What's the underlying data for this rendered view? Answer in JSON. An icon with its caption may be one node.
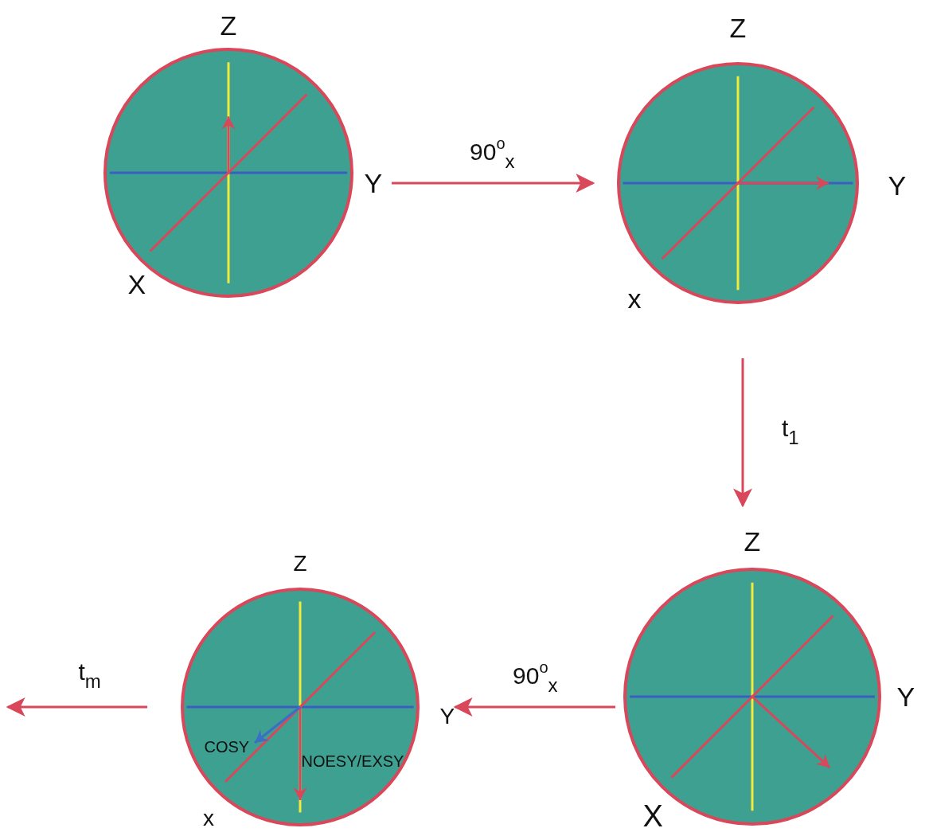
{
  "diagram": {
    "nodes": [
      {
        "text": [],
        "shape": "picture",
        "beside": [
          "Z",
          "Y",
          "X"
        ]
      },
      {
        "text": [],
        "shape": "picture",
        "beside": [
          "Z",
          "Y",
          "x"
        ]
      },
      {
        "text": [
          "COSY",
          "NOESY/EXSY"
        ],
        "beside": [
          "Z",
          "Y",
          "x"
        ]
      },
      {
        "text": [],
        "shape": "picture",
        "beside": [
          "Z",
          "Y",
          "X"
        ]
      }
    ],
    "edges": [
      {
        "from": 0,
        "to": 1,
        "arrow": "to",
        "label": "90$^{o}$$_{x}$"
      },
      {
        "from": 1,
        "to": 3,
        "arrow": "to",
        "label": "t$_{1}$"
      },
      {
        "from": 3,
        "to": 2,
        "arrow": "to",
        "label": "90$^{o}$$_{x}$"
      },
      {
        "from": 2,
        "to": null,
        "arrow": "to",
        "label": "t$_{m}$"
      }
    ]
  }
}
